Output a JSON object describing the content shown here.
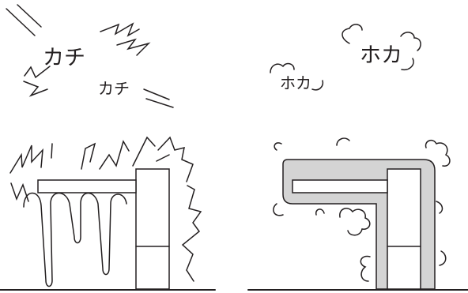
{
  "left_panel": {
    "sound_large": "カチ",
    "sound_small": "カチ"
  },
  "right_panel": {
    "sound_large": "ホカ",
    "sound_small": "ホカ"
  },
  "colors": {
    "line": "#231f20",
    "insulation_fill": "#d4d4d4",
    "background": "#ffffff"
  }
}
